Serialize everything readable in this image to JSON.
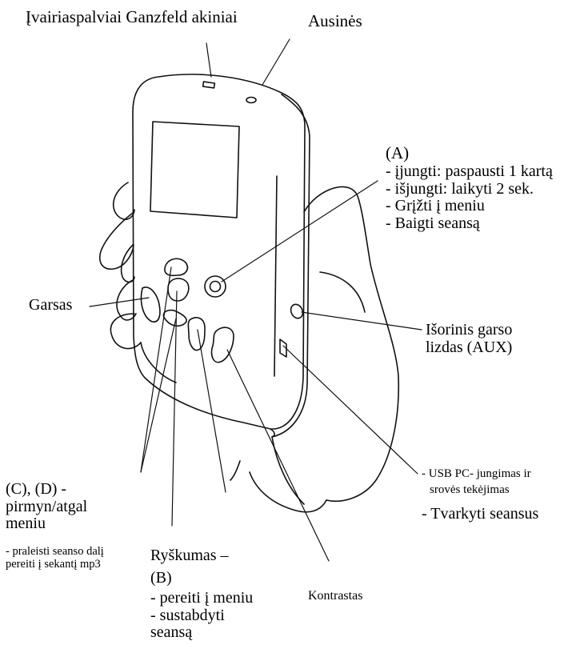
{
  "labels": {
    "goggles": "Įvairiaspalviai Ganzfeld akiniai",
    "headphones": "Ausinės",
    "a_title": "(A)",
    "a_lines": [
      "- įjungti: paspausti 1 kartą",
      "- išjungti: laikyti 2 sek.",
      "- Grįžti į meniu",
      "- Baigti seansą"
    ],
    "garsas": "Garsas",
    "aux_lines": [
      "Išorinis garso",
      "lizdas (AUX)"
    ],
    "usb_lines": [
      "- USB PC- jungimas ir",
      "srovės tekėjimas"
    ],
    "tvarkyti": "- Tvarkyti seansus",
    "cd_lines": [
      "(C), (D) -",
      "pirmyn/atgal",
      "meniu"
    ],
    "skip_lines": [
      "- praleisti seanso dalį",
      "pereiti į sekantį mp3"
    ],
    "ryskumas": "Ryškumas –",
    "b_title": "(B)",
    "b_lines": [
      "- pereiti į meniu",
      "- sustabdyti",
      "seansą"
    ],
    "kontrastas": "Kontrastas"
  }
}
